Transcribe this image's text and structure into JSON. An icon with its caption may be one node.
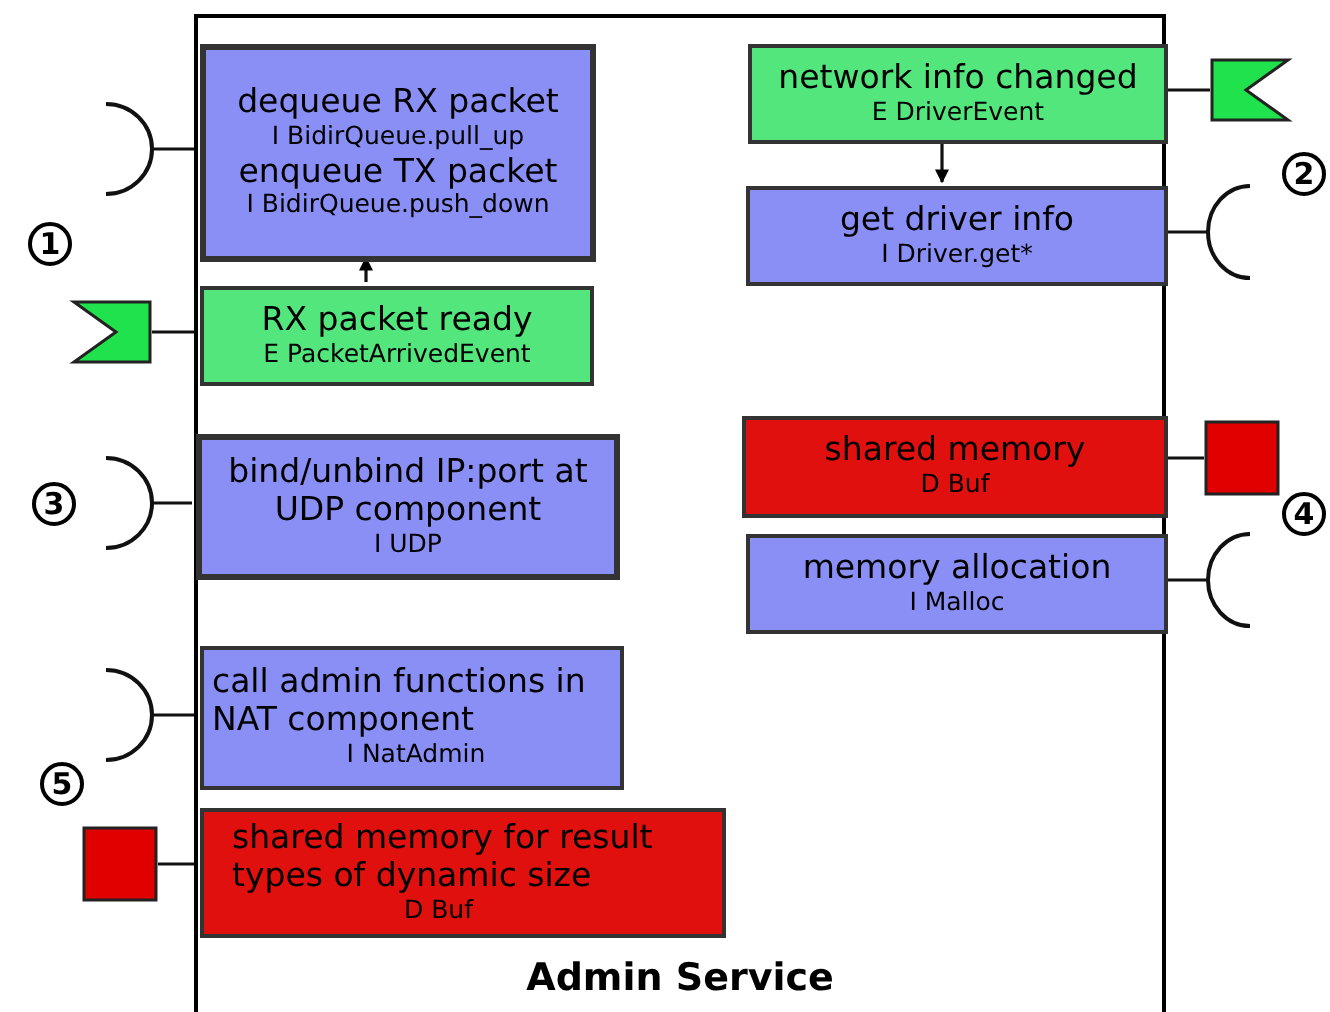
{
  "diagram": {
    "nodes": [
      {
        "text": [
          "Admin Service"
        ]
      },
      {
        "text": [
          "dequeue RX packet",
          "I BidirQueue.pull_up",
          "enqueue TX packet",
          "I BidirQueue.push_down"
        ],
        "in": 0
      },
      {
        "text": [
          "network info changed",
          "E DriverEvent"
        ],
        "in": 0
      },
      {
        "text": [
          "get driver info",
          "I Driver.get*"
        ],
        "in": 0
      },
      {
        "text": [
          "RX packet ready",
          "E PacketArrivedEvent"
        ],
        "in": 0
      },
      {
        "text": [
          "shared memory",
          "D Buf"
        ],
        "in": 0
      },
      {
        "text": [
          "bind/unbind IP:port at UDP component",
          "I UDP"
        ],
        "in": 0
      },
      {
        "text": [
          "memory allocation",
          "I Malloc"
        ],
        "in": 0
      },
      {
        "text": [
          "call admin functions in NAT component",
          "I NatAdmin"
        ],
        "in": 0
      },
      {
        "text": [
          "shared memory for result types of dynamic size",
          "D Buf"
        ],
        "in": 0
      },
      {
        "text": [],
        "shape": "semicircle"
      },
      {
        "text": [],
        "shape": "flag"
      },
      {
        "text": [],
        "shape": "flag"
      },
      {
        "text": [],
        "shape": "semicircle"
      },
      {
        "text": [],
        "shape": "box"
      },
      {
        "text": [],
        "shape": "semicircle"
      },
      {
        "text": [],
        "shape": "semicircle"
      },
      {
        "text": [],
        "shape": "semicircle"
      },
      {
        "text": [],
        "shape": "box"
      }
    ],
    "edges": [
      {
        "from": 4,
        "to": 1,
        "arrow": "to"
      },
      {
        "from": 2,
        "to": 3,
        "arrow": "to"
      },
      {
        "from": 10,
        "to": 1,
        "arrow": "none"
      },
      {
        "from": 11,
        "to": 4,
        "arrow": "none"
      },
      {
        "from": 2,
        "to": 12,
        "arrow": "none"
      },
      {
        "from": 3,
        "to": 13,
        "arrow": "none"
      },
      {
        "from": 5,
        "to": 14,
        "arrow": "none"
      },
      {
        "from": 6,
        "to": 15,
        "arrow": "none"
      },
      {
        "from": 7,
        "to": 16,
        "arrow": "none"
      },
      {
        "from": 8,
        "to": 17,
        "arrow": "none"
      },
      {
        "from": 9,
        "to": 18,
        "arrow": "none"
      }
    ],
    "labels": [
      "1",
      "2",
      "3",
      "4",
      "5"
    ]
  }
}
